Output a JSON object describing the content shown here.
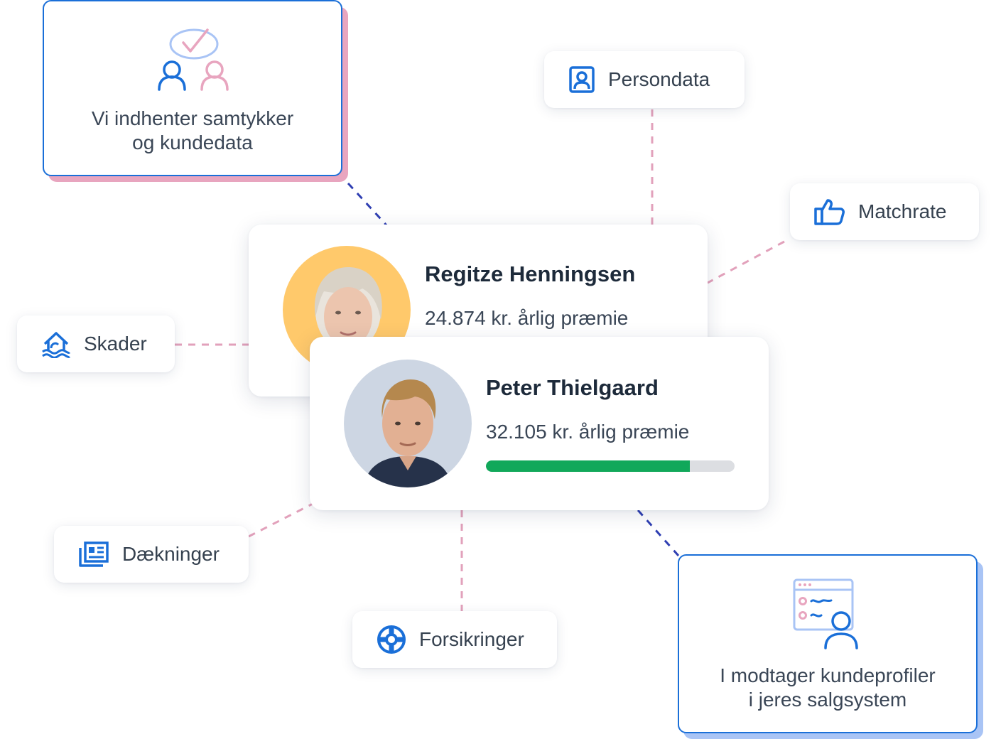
{
  "steps": {
    "collect": {
      "text": "Vi indhenter samtykker\nog kundedata"
    },
    "receive": {
      "text": "I modtager kundeprofiler\ni jeres salgsystem"
    }
  },
  "tags": {
    "persondata": {
      "label": "Persondata",
      "icon": "id-badge-icon"
    },
    "matchrate": {
      "label": "Matchrate",
      "icon": "thumbs-up-icon"
    },
    "skader": {
      "label": "Skader",
      "icon": "flood-house-icon"
    },
    "daekninger": {
      "label": "Dækninger",
      "icon": "documents-icon"
    },
    "forsikringer": {
      "label": "Forsikringer",
      "icon": "lifebuoy-icon"
    }
  },
  "profiles": [
    {
      "name": "Regitze Henningsen",
      "premium": "24.874 kr. årlig præmie",
      "avatar_bg": "#ffc96b"
    },
    {
      "name": "Peter Thielgaard",
      "premium": "32.105 kr. årlig præmie",
      "avatar_bg": "#cdd6e3",
      "match_progress": 0.82
    }
  ],
  "colors": {
    "primary_blue": "#1a6fd8",
    "pink_accent": "#e8a5bf",
    "light_blue_accent": "#a9c4f5",
    "connector_pink": "#e2a1bb",
    "connector_navy": "#2f3fb2",
    "progress_green": "#11a85a"
  }
}
